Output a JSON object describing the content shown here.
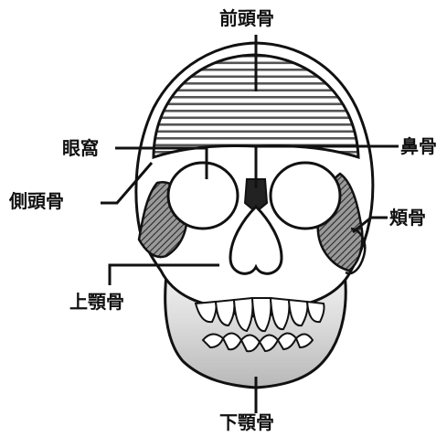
{
  "labels": {
    "frontal": "前頭骨",
    "orbit": "眼窩",
    "nasal": "鼻骨",
    "temporal": "側頭骨",
    "zygomatic": "頬骨",
    "maxilla": "上顎骨",
    "mandible": "下顎骨"
  },
  "colors": {
    "line": "#111111",
    "stripe": "#555555",
    "hatch": "#333333",
    "jaw_top": "#f4f4f4",
    "jaw_bottom": "#b8b8b8"
  }
}
